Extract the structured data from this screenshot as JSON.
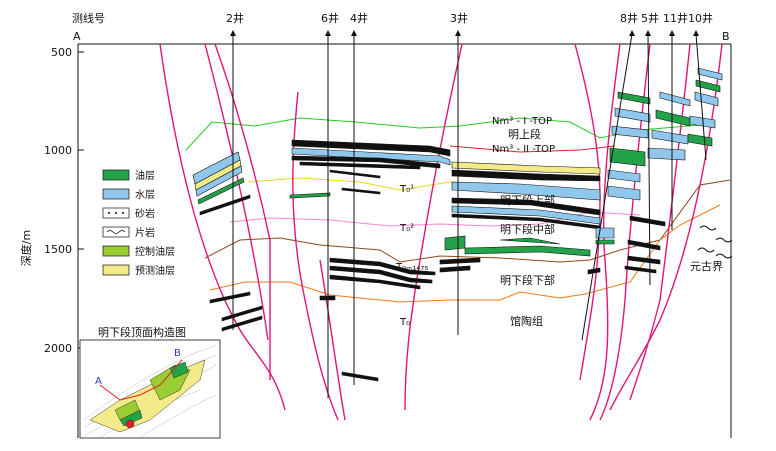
{
  "header": {
    "line_label": "测线号",
    "point_a": "A",
    "point_b": "B"
  },
  "axis": {
    "ylabel": "深度/m",
    "ticks": [
      "500",
      "1000",
      "1500",
      "2000"
    ]
  },
  "wells": [
    "2井",
    "6井",
    "4井",
    "3井",
    "8井",
    "5井",
    "11井",
    "10井"
  ],
  "horizons": {
    "top1": "Nm³ - I -TOP",
    "top2": "Nm³ - II -TOP",
    "t01": "T₀¹",
    "t02": "T₀²",
    "tnm": "T₀ₘ₁₄₇₅",
    "t0": "T₀"
  },
  "units": {
    "upper_ming": "明上段",
    "lower_upper": "明下段上部",
    "lower_middle": "明下段中部",
    "lower_lower": "明下段下部",
    "guantao": "馆陶组",
    "yuangu": "元古界"
  },
  "legend": [
    {
      "label": "油层",
      "color": "#22a34a"
    },
    {
      "label": "水层",
      "color": "#8fc8ec"
    },
    {
      "label": "砂岩",
      "color": "#ffffff"
    },
    {
      "label": "片岩",
      "color": "#ffffff"
    },
    {
      "label": "控制油层",
      "color": "#9acd32"
    },
    {
      "label": "预测油层",
      "color": "#f3ea8a"
    }
  ],
  "inset": {
    "title": "明下段顶面构造图",
    "label_a": "A",
    "label_b": "B"
  },
  "colors": {
    "fault": "#e0157a",
    "horizon_green": "#22cc22",
    "horizon_red": "#e0202a",
    "horizon_yellow": "#f0e040",
    "horizon_pink": "#f08ad0",
    "horizon_brown": "#8b4a1a",
    "horizon_orange": "#f07a1a",
    "oil": "#22a34a",
    "water": "#8fc8ec"
  }
}
